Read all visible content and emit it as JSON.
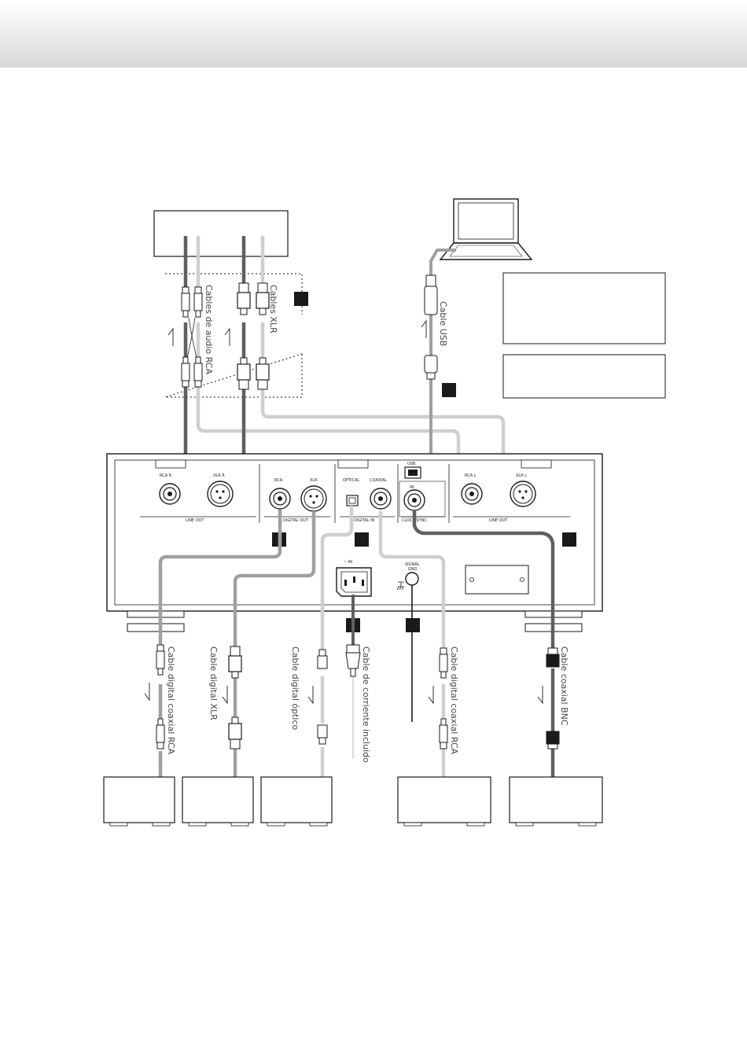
{
  "colors": {
    "cable_dark": "#606060",
    "cable_mid": "#a0a0a0",
    "cable_light": "#cfcfcf",
    "outline": "#1a1a1a",
    "marker": "#1a1a1a",
    "header_top": "#ffffff",
    "header_bottom": "#d8d8d8"
  },
  "panel": {
    "sections": {
      "line_out_left": "LINE OUT",
      "digital_out": "DIGITAL OUT",
      "digital_in": "DIGITAL IN",
      "clock_sync": "CLOCK SYNC",
      "line_out_right": "LINE OUT"
    },
    "ports": {
      "rca_r": "RCA R",
      "xlr_r": "XLR R",
      "rca": "RCA",
      "xlr": "XLR",
      "optical": "OPTICAL",
      "coaxial": "COAXIAL",
      "usb": "USB",
      "in": "IN",
      "rca_l": "RCA L",
      "xlr_l": "XLR L",
      "ac_in": "~ IN",
      "signal_gnd_1": "SIGNAL",
      "signal_gnd_2": "GND"
    }
  },
  "cables": {
    "rca_audio": "Cables de audio RCA",
    "xlr": "Cables XLR",
    "usb": "Cable USB",
    "rca_digital_coax_1": "Cable digital coaxial RCA",
    "xlr_digital": "Cable digital XLR",
    "optical_digital": "Cable digital óptico",
    "power": "Cable de corriente incluido",
    "rca_digital_coax_2": "Cable digital coaxial RCA",
    "bnc_coax": "Cable coaxial BNC"
  },
  "icons": [
    "laptop-icon",
    "usb-plug-icon",
    "rca-plug-icon",
    "xlr-plug-icon",
    "bnc-plug-icon",
    "optical-plug-icon",
    "power-plug-icon",
    "ground-symbol-icon",
    "arrow-icon"
  ]
}
